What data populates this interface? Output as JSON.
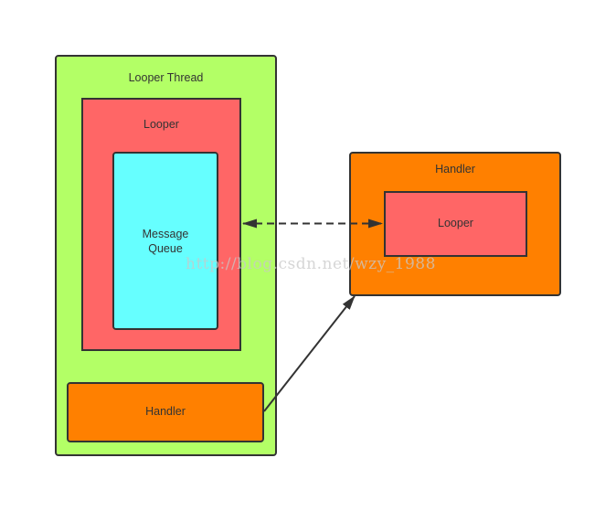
{
  "diagram": {
    "looper_thread": {
      "label": "Looper Thread",
      "fill": "#b3ff66"
    },
    "looper": {
      "label": "Looper",
      "fill": "#ff6666"
    },
    "message_queue": {
      "label_line1": "Message",
      "label_line2": "Queue",
      "fill": "#66ffff"
    },
    "thread_handler": {
      "label": "Handler",
      "fill": "#ff8000"
    },
    "external_handler": {
      "label": "Handler",
      "fill": "#ff8000"
    },
    "external_looper": {
      "label": "Looper",
      "fill": "#ff6666"
    },
    "edges": [
      {
        "from": "external_looper",
        "to": "looper",
        "style": "dashed",
        "direction": "both"
      },
      {
        "from": "thread_handler",
        "to": "external_handler",
        "style": "solid",
        "direction": "forward"
      }
    ],
    "stroke_color": "#333333"
  },
  "watermark": "http://blog.csdn.net/wzy_1988"
}
